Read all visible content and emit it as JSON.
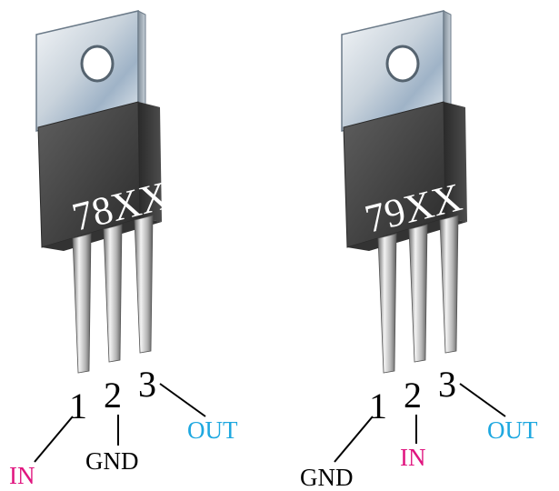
{
  "colors": {
    "label_in": "#e0157f",
    "label_gnd": "#000000",
    "label_out": "#1ea8e0",
    "body_dark": "#3b3b3b",
    "body_mid": "#6a6a6a",
    "tab_light": "#dfe4e8",
    "tab_blue": "#a9bcd0"
  },
  "regulators": [
    {
      "part_label": "78XX",
      "pins": [
        {
          "number": "1",
          "function": "IN",
          "color_key": "label_in"
        },
        {
          "number": "2",
          "function": "GND",
          "color_key": "label_gnd"
        },
        {
          "number": "3",
          "function": "OUT",
          "color_key": "label_out"
        }
      ]
    },
    {
      "part_label": "79XX",
      "pins": [
        {
          "number": "1",
          "function": "GND",
          "color_key": "label_gnd"
        },
        {
          "number": "2",
          "function": "IN",
          "color_key": "label_in"
        },
        {
          "number": "3",
          "function": "OUT",
          "color_key": "label_out"
        }
      ]
    }
  ]
}
